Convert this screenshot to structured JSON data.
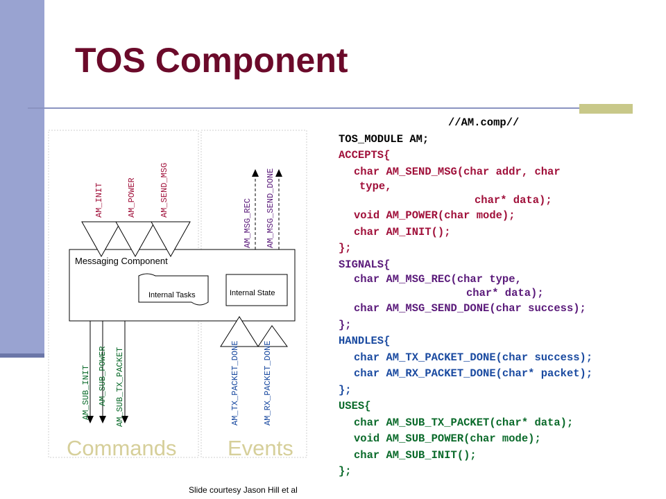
{
  "slide": {
    "title": "TOS Component",
    "credit": "Slide courtesy Jason Hill et al"
  },
  "diagram": {
    "component_label": "Messaging Component",
    "internal_tasks": "Internal Tasks",
    "internal_state": "Internal State",
    "commands_label": "Commands",
    "events_label": "Events",
    "accepts": [
      "AM_INIT",
      "AM_POWER",
      "AM_SEND_MSG"
    ],
    "signals": [
      "AM_MSG_REC",
      "AM_MSG_SEND_DONE"
    ],
    "uses": [
      "AM_SUB_INIT",
      "AM_SUB_POWER",
      "AM_SUB_TX_PACKET"
    ],
    "handles": [
      "AM_TX_PACKET_DONE",
      "AM_RX_PACKET_DONE"
    ],
    "colors": {
      "accepts": "#a0103a",
      "signals": "#5a1a7a",
      "uses": "#0a6a2a",
      "handles": "#1a4aa0",
      "section_label": "#d6cf9a"
    }
  },
  "code": {
    "comment": "//AM.comp//",
    "module": "TOS_MODULE AM;",
    "accepts_open": "ACCEPTS{",
    "a1a": "char AM_SEND_MSG(char addr, char",
    "a1b": "type,",
    "a1c": "char* data);",
    "a2": "void AM_POWER(char mode);",
    "a3": "char AM_INIT();",
    "close1": "};",
    "signals_open": "SIGNALS{",
    "s1a": "char AM_MSG_REC(char type,",
    "s1b": "char* data);",
    "s2": "char AM_MSG_SEND_DONE(char success);",
    "close2": "};",
    "handles_open": "HANDLES{",
    "h1": "char AM_TX_PACKET_DONE(char success);",
    "h2": "char AM_RX_PACKET_DONE(char* packet);",
    "close3": "};",
    "uses_open": "USES{",
    "u1": "char AM_SUB_TX_PACKET(char* data);",
    "u2": "void AM_SUB_POWER(char mode);",
    "u3": "char AM_SUB_INIT();",
    "close4": "};"
  }
}
